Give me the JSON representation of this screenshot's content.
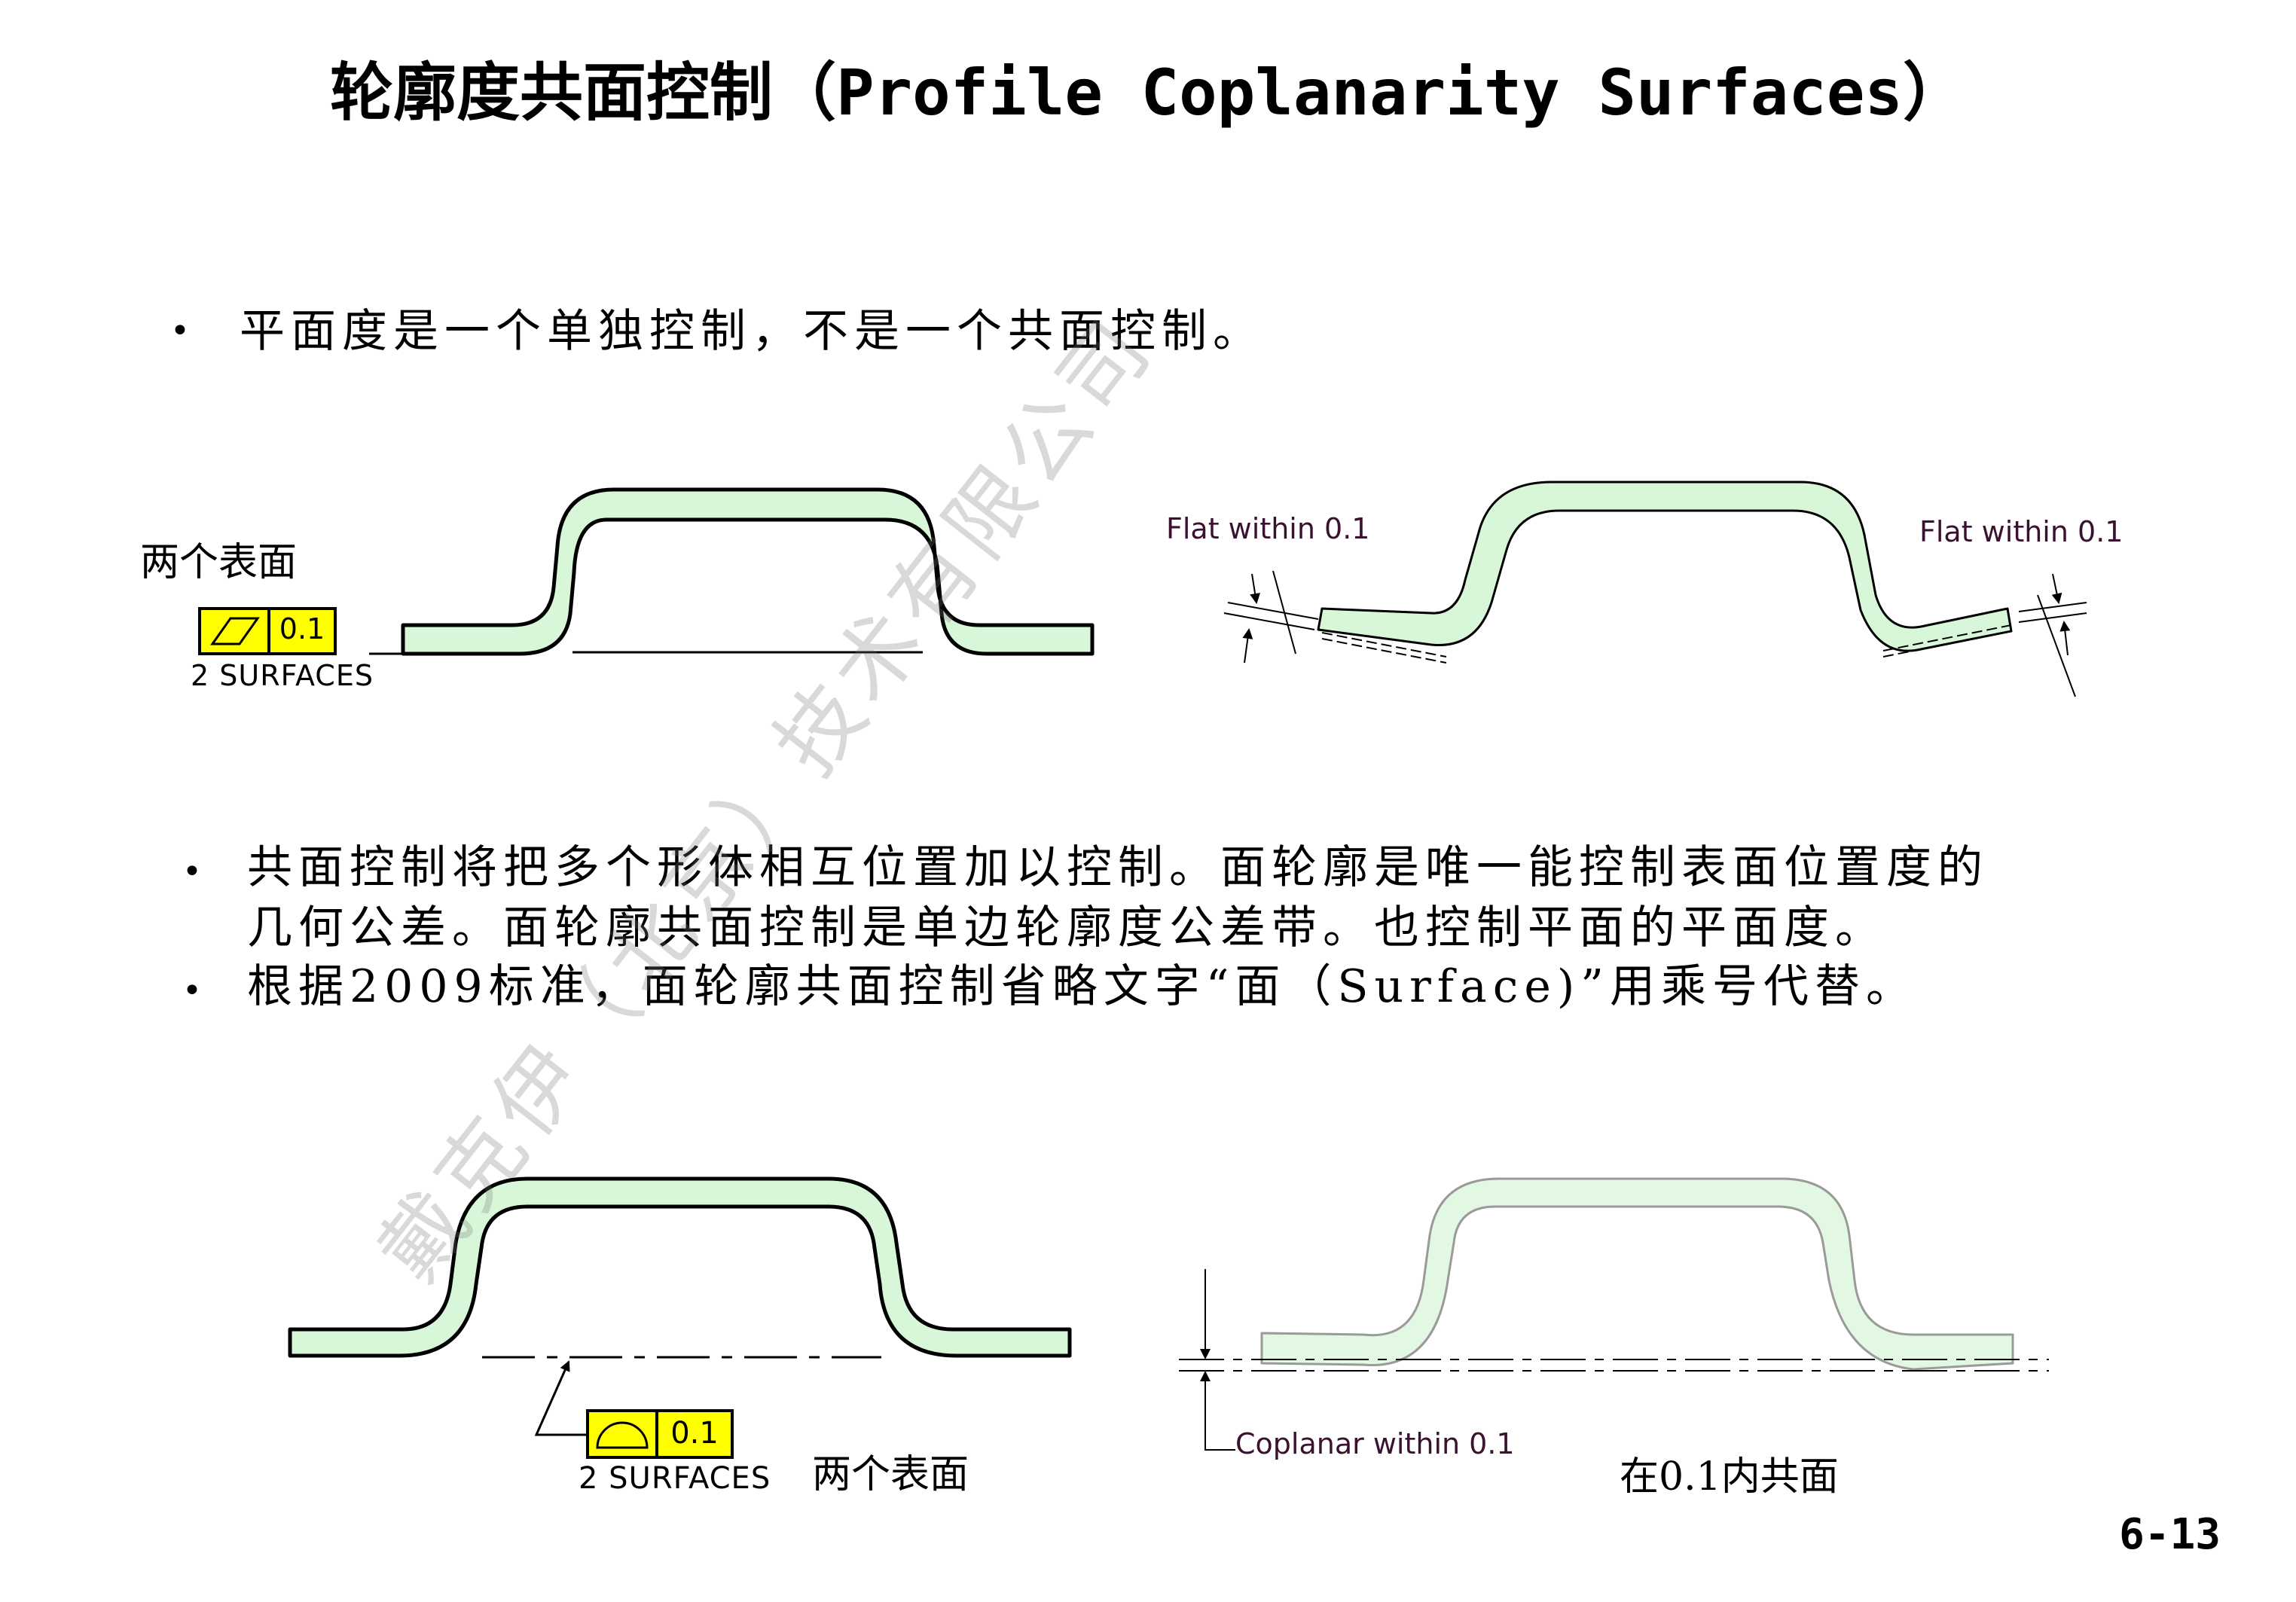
{
  "title": "轮廓度共面控制（Profile Coplanarity Surfaces）",
  "bullet1": "平面度是一个单独控制，不是一个共面控制。",
  "bullet2_line1": "共面控制将把多个形体相互位置加以控制。面轮廓是唯一能控制表面位置度的",
  "bullet2_line2": "几何公差。面轮廓共面控制是单边轮廓度公差带。也控制平面的平面度。",
  "bullet3": "根据2009标准，面轮廓共面控制省略文字“面（Surface)”用乘号代替。",
  "bullet_symbol": "•",
  "top_left": {
    "label": "两个表面",
    "fcf_tolerance": "0.1",
    "fcf_note": "2 SURFACES",
    "fcf_symbol": "flatness-icon"
  },
  "top_right": {
    "left_callout": "Flat within 0.1",
    "right_callout": "Flat within 0.1"
  },
  "bottom_left": {
    "fcf_tolerance": "0.1",
    "fcf_note": "2 SURFACES",
    "label": "两个表面",
    "fcf_symbol": "surface-profile-icon"
  },
  "bottom_right": {
    "callout": "Coplanar within 0.1",
    "label": "在0.1内共面"
  },
  "watermark": "戴克伊（北京）技术有限公司",
  "page_number": "6-13",
  "colors": {
    "part_fill": "#d8f7d8",
    "part_fill_light": "#e2f8e2",
    "fcf_fill": "#ffff00",
    "callout_text": "#3a1230",
    "line": "#000000",
    "light_outline": "#9a9a9a"
  }
}
